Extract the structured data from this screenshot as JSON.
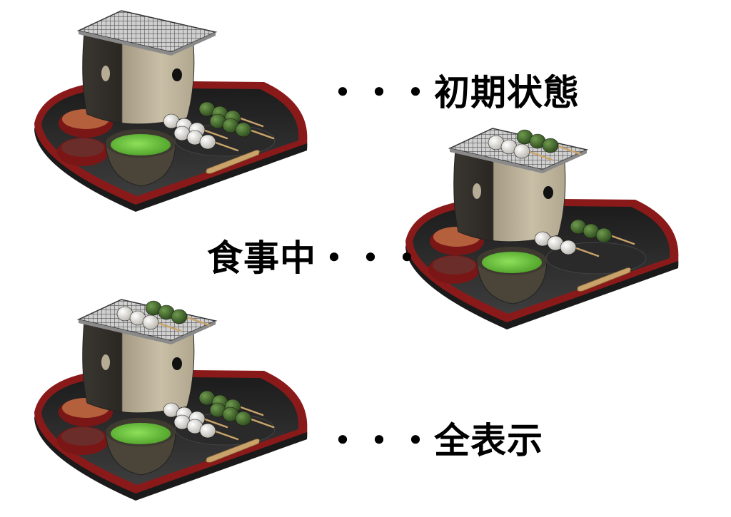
{
  "captions": {
    "initial": "・・・初期状態",
    "eating": "食事中・・・",
    "full": "・・・全表示"
  },
  "scenes": [
    {
      "state": "initial",
      "dango_on_grill": 0,
      "dango_on_tray": 4
    },
    {
      "state": "eating",
      "dango_on_grill": 2,
      "dango_on_tray": 2
    },
    {
      "state": "full",
      "dango_on_grill": 2,
      "dango_on_tray": 4
    }
  ],
  "colors": {
    "tray": "#2b2b2b",
    "tray_rim": "#8a1a1a",
    "brazier": "#b7ad96",
    "matcha": "#6cc13a",
    "dango_white": "#ecebe6",
    "dango_green": "#3f6b2a",
    "sauce": "#b5603c",
    "anko": "#6b2d2a"
  }
}
